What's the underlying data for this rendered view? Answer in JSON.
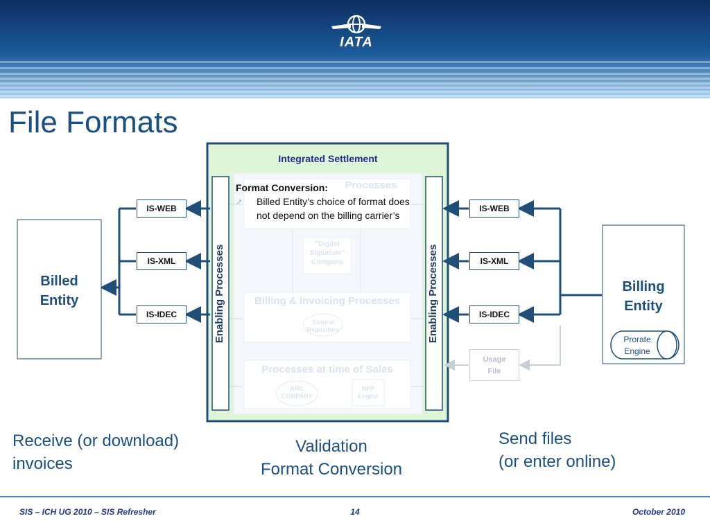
{
  "header": {
    "logo_text": "IATA"
  },
  "title": "File Formats",
  "diagram": {
    "integrated_title": "Integrated Settlement",
    "enabling_label_left": "Enabling Processes",
    "enabling_label_right": "Enabling Processes",
    "faded": {
      "top_processes": "Processes",
      "digital_signature": "\"Digital Signature\" Company",
      "billing_invoicing": "Billing & Invoicing Processes",
      "central_repository": "Central Repository",
      "time_of_sales": "Processes at time of Sales",
      "arc_company": "ARC COMPANY",
      "npp_engine": "NPP Engine"
    },
    "callout": {
      "heading": "Format Conversion:",
      "bullet": "Billed Entity’s choice of format does not depend on the billing carrier’s"
    },
    "left_formats": [
      "IS-WEB",
      "IS-XML",
      "IS-IDEC"
    ],
    "right_formats": [
      "IS-WEB",
      "IS-XML",
      "IS-IDEC"
    ],
    "billed_entity": [
      "Billed",
      "Entity"
    ],
    "billing_entity": [
      "Billing",
      "Entity"
    ],
    "prorate_engine": [
      "Prorate",
      "Engine"
    ],
    "usage_file": [
      "Usage",
      "File"
    ]
  },
  "captions": {
    "left": [
      "Receive (or download)",
      "invoices"
    ],
    "center": [
      "Validation",
      "Format Conversion"
    ],
    "right": [
      "Send files",
      "(or enter online)"
    ]
  },
  "footer": {
    "left": "SIS – ICH UG 2010 – SIS Refresher",
    "page_number": "14",
    "date": "October 2010"
  },
  "colors": {
    "navy": "#1f4e79",
    "green_fill": "#dff5d8",
    "header_blue": "#1c5a9c"
  }
}
